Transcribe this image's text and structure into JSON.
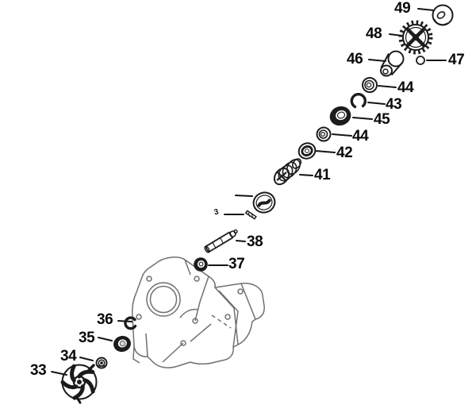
{
  "diagram": {
    "title": "",
    "background": "#ffffff",
    "ink_color": "#1c1c1c",
    "case_line_color": "#707070"
  },
  "labels": {
    "p33": "33",
    "p34": "34",
    "p35": "35",
    "p36": "36",
    "p37": "37",
    "p38": "38",
    "p41": "41",
    "p42": "42",
    "p43": "43",
    "p44a": "44",
    "p44b": "44",
    "p45": "45",
    "p46": "46",
    "p47": "47",
    "p48": "48",
    "p49": "49",
    "tiny": "3"
  }
}
